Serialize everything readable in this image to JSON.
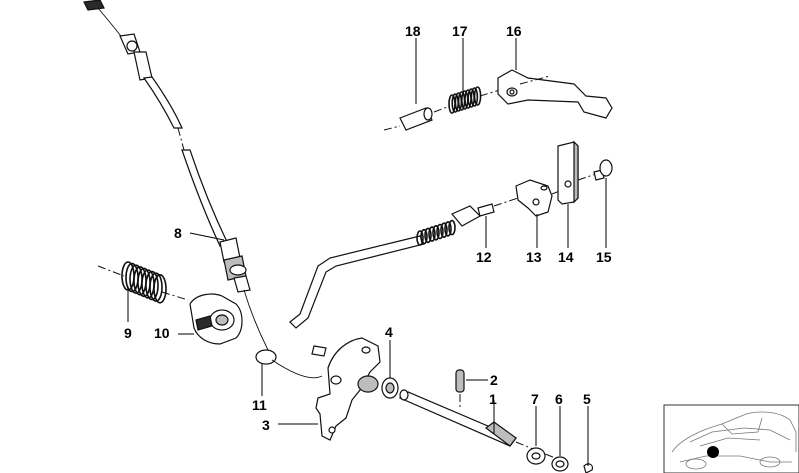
{
  "diagram": {
    "part_labels": {
      "p1": "1",
      "p2": "2",
      "p3": "3",
      "p4": "4",
      "p5": "5",
      "p6": "6",
      "p7": "7",
      "p8": "8",
      "p9": "9",
      "p10": "10",
      "p11": "11",
      "p12": "12",
      "p13": "13",
      "p14": "14",
      "p15": "15",
      "p16": "16",
      "p17": "17",
      "p18": "18"
    },
    "thumbnail": {
      "marker_color": "#000000"
    },
    "ink_color": "#111111",
    "background": "#ffffff"
  }
}
